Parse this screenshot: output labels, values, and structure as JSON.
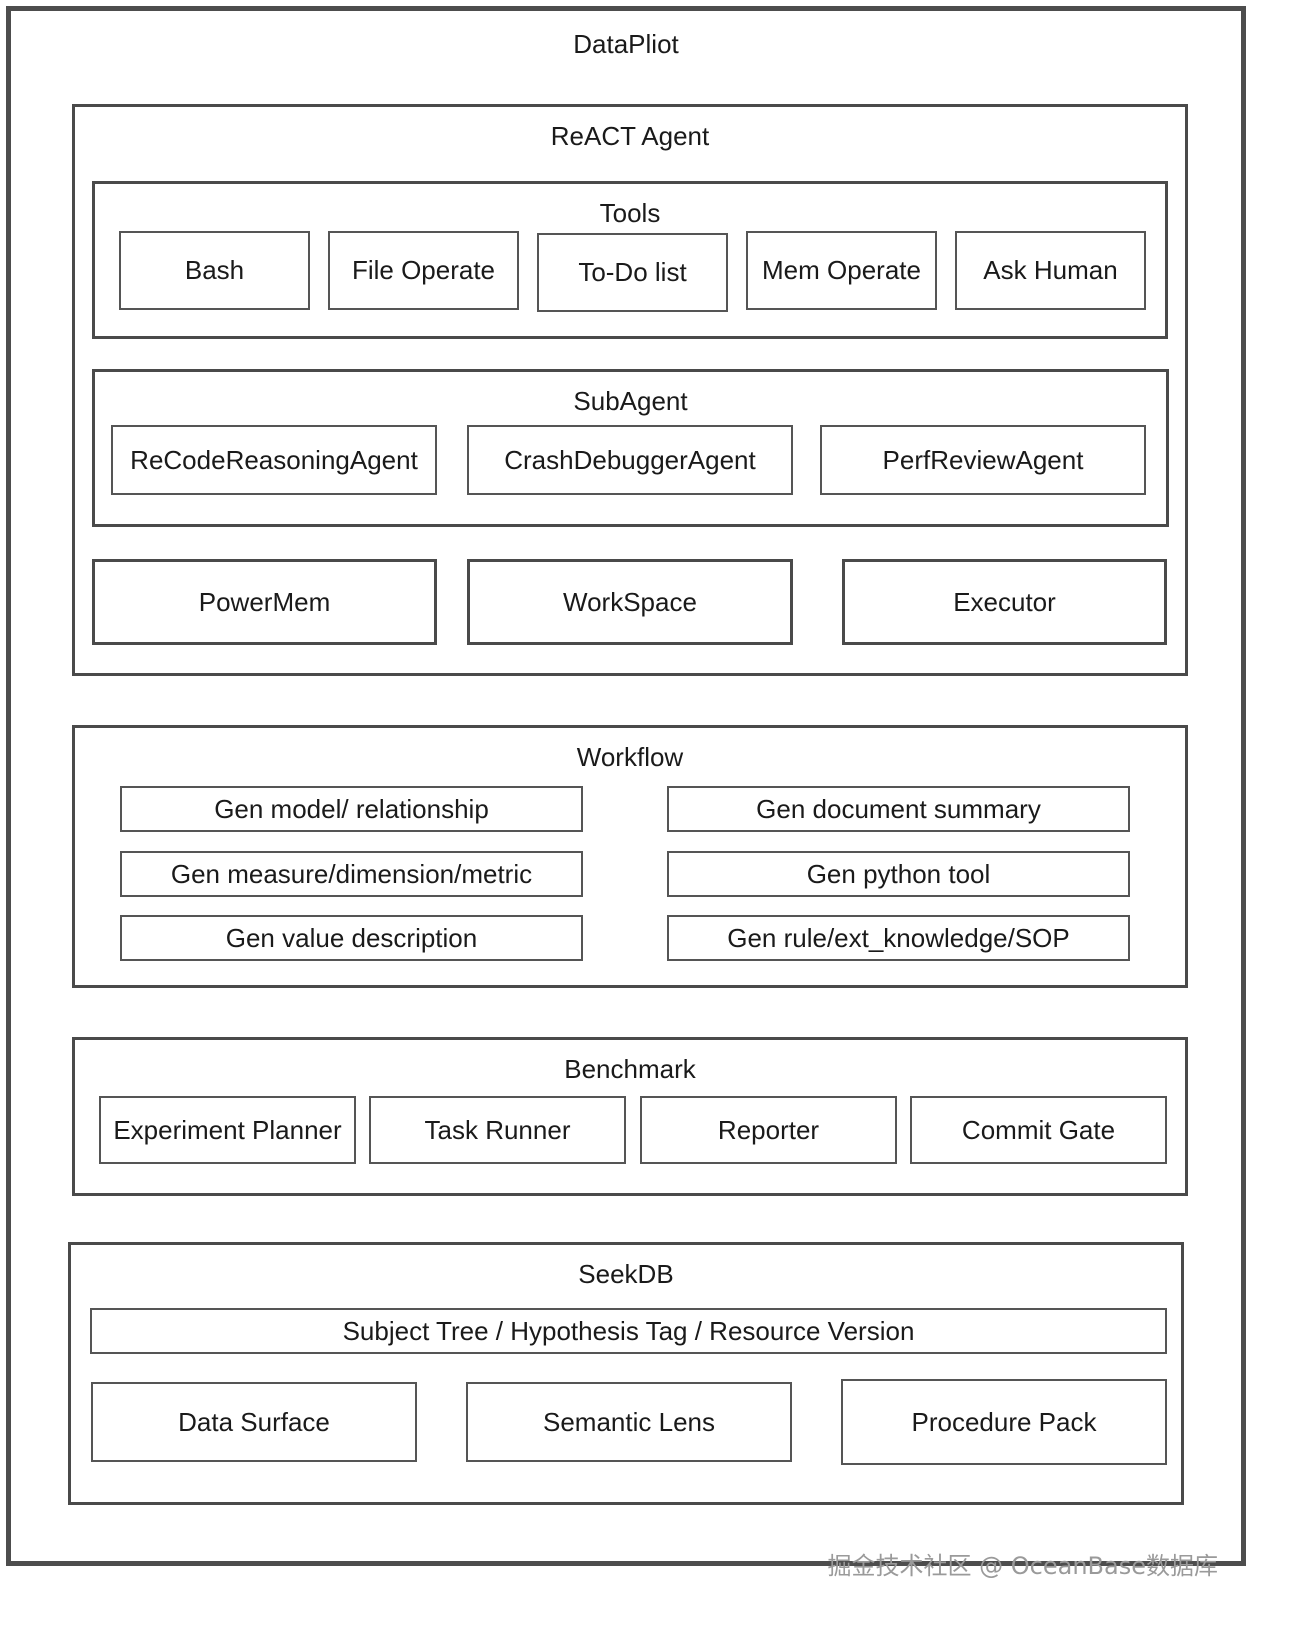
{
  "diagram": {
    "title": "DataPliot",
    "react_agent": {
      "title": "ReACT Agent",
      "tools": {
        "title": "Tools",
        "items": [
          "Bash",
          "File Operate",
          "To-Do list",
          "Mem Operate",
          "Ask Human"
        ]
      },
      "subagent": {
        "title": "SubAgent",
        "items": [
          "ReCodeReasoningAgent",
          "CrashDebuggerAgent",
          "PerfReviewAgent"
        ]
      },
      "components": [
        "PowerMem",
        "WorkSpace",
        "Executor"
      ]
    },
    "workflow": {
      "title": "Workflow",
      "items": [
        "Gen model/ relationship",
        "Gen document summary",
        "Gen measure/dimension/metric",
        "Gen python tool",
        "Gen value description",
        "Gen rule/ext_knowledge/SOP"
      ]
    },
    "benchmark": {
      "title": "Benchmark",
      "items": [
        "Experiment Planner",
        "Task Runner",
        "Reporter",
        "Commit Gate"
      ]
    },
    "seekdb": {
      "title": "SeekDB",
      "banner": "Subject Tree / Hypothesis Tag / Resource Version",
      "items": [
        "Data Surface",
        "Semantic Lens",
        "Procedure Pack"
      ]
    }
  },
  "watermark": "掘金技术社区 @ OceanBase数据库"
}
